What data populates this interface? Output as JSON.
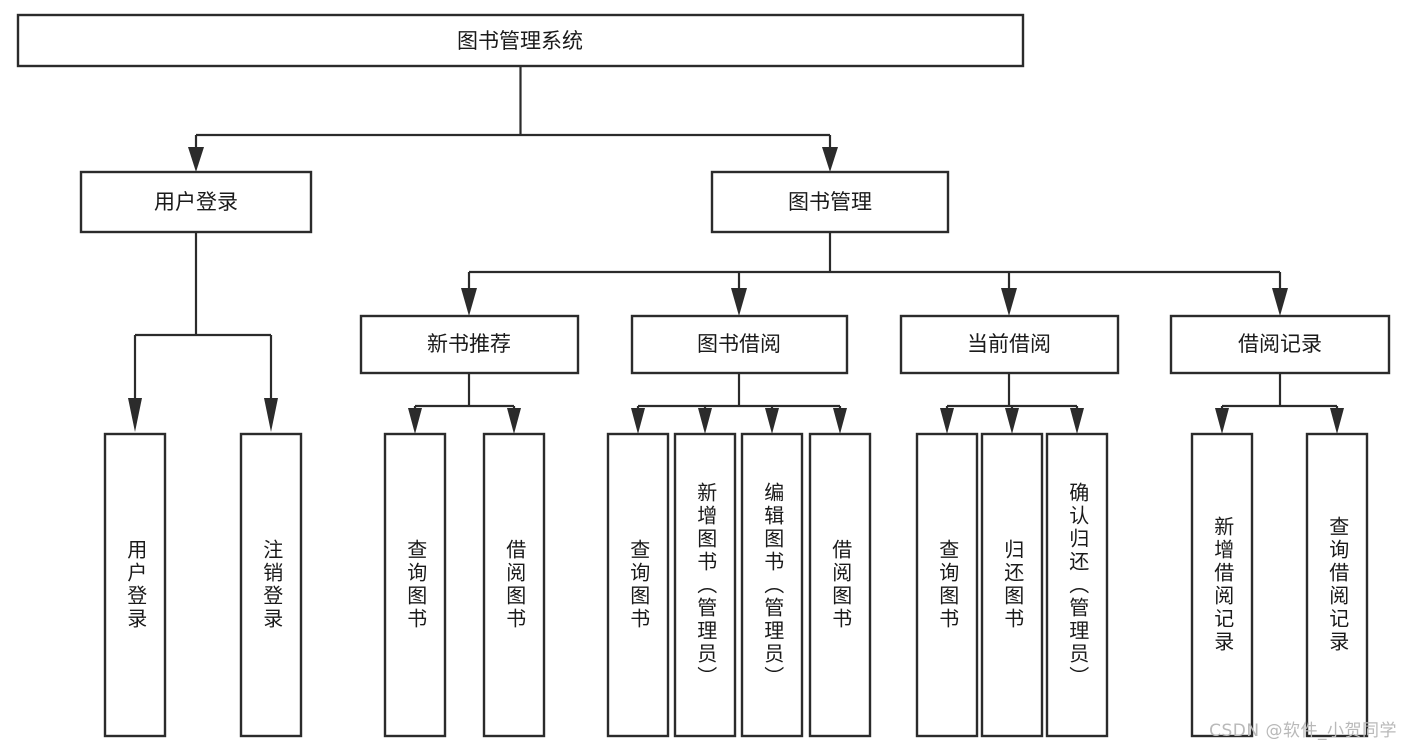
{
  "diagram": {
    "type": "hierarchy-tree",
    "title": "图书管理系统",
    "root": {
      "label": "图书管理系统",
      "name": "root-node"
    },
    "level2": [
      {
        "label": "用户登录",
        "name": "node-user-login"
      },
      {
        "label": "图书管理",
        "name": "node-book-management"
      }
    ],
    "level3": [
      {
        "label": "新书推荐",
        "name": "node-new-book-recommend"
      },
      {
        "label": "图书借阅",
        "name": "node-book-borrow"
      },
      {
        "label": "当前借阅",
        "name": "node-current-borrow"
      },
      {
        "label": "借阅记录",
        "name": "node-borrow-record"
      }
    ],
    "leaves": {
      "user_login": [
        {
          "label": "用户登录",
          "name": "leaf-user-login"
        },
        {
          "label": "注销登录",
          "name": "leaf-logout"
        }
      ],
      "new_book_recommend": [
        {
          "label": "查询图书",
          "name": "leaf-query-book-1"
        },
        {
          "label": "借阅图书",
          "name": "leaf-borrow-book-1"
        }
      ],
      "book_borrow": [
        {
          "label": "查询图书",
          "name": "leaf-query-book-2"
        },
        {
          "label": "新增图书（管理员）",
          "name": "leaf-add-book-admin"
        },
        {
          "label": "编辑图书（管理员）",
          "name": "leaf-edit-book-admin"
        },
        {
          "label": "借阅图书",
          "name": "leaf-borrow-book-2"
        }
      ],
      "current_borrow": [
        {
          "label": "查询图书",
          "name": "leaf-query-book-3"
        },
        {
          "label": "归还图书",
          "name": "leaf-return-book"
        },
        {
          "label": "确认归还（管理员）",
          "name": "leaf-confirm-return-admin"
        }
      ],
      "borrow_record": [
        {
          "label": "新增借阅记录",
          "name": "leaf-add-borrow-record"
        },
        {
          "label": "查询借阅记录",
          "name": "leaf-query-borrow-record"
        }
      ]
    },
    "colors": {
      "stroke": "#2b2b2b",
      "fill": "#ffffff",
      "text": "#1a1a1a",
      "watermark": "#b9b9b9"
    }
  },
  "watermark": {
    "text": "CSDN @软件_小贺同学"
  }
}
